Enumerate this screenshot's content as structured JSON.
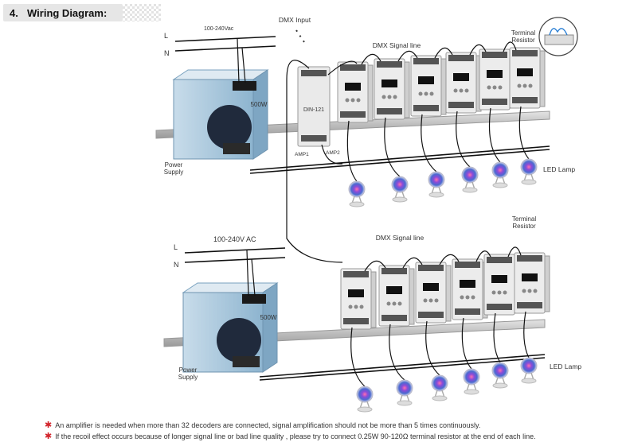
{
  "section": {
    "number": "4.",
    "title": "Wiring Diagram:"
  },
  "diagram_top": {
    "line_label": "L",
    "neutral_label": "N",
    "voltage": "100-240Vac",
    "psu_label": "500W",
    "power_supply": "Power\nSupply",
    "dmx_input": "DMX Input",
    "dmx_signal_line": "DMX Signal line",
    "terminal_resistor": "Terminal\nResistor",
    "amplifier_name": "DIN-121",
    "amp1": "AMP1",
    "amp2": "AMP2",
    "led_lamp": "LED Lamp"
  },
  "diagram_bottom": {
    "line_label": "L",
    "neutral_label": "N",
    "voltage": "100-240V  AC",
    "psu_label": "500W",
    "power_supply": "Power\nSupply",
    "dmx_signal_line": "DMX Signal line",
    "terminal_resistor": "Terminal\nResistor",
    "led_lamp": "LED Lamp"
  },
  "notes": [
    "An amplifier is needed when more than 32 decoders are connected, signal amplification should not be more than 5 times continuously.",
    "If the recoil effect occurs because of longer signal line or bad line quality , please try to connect 0.25W 90-120Ω terminal resistor at the end of each line."
  ],
  "colors": {
    "note_star": "#d2232a",
    "psu_body": "#a9c9de",
    "decoder_body": "#e8e8e8",
    "rail": "#c4c4c4"
  }
}
